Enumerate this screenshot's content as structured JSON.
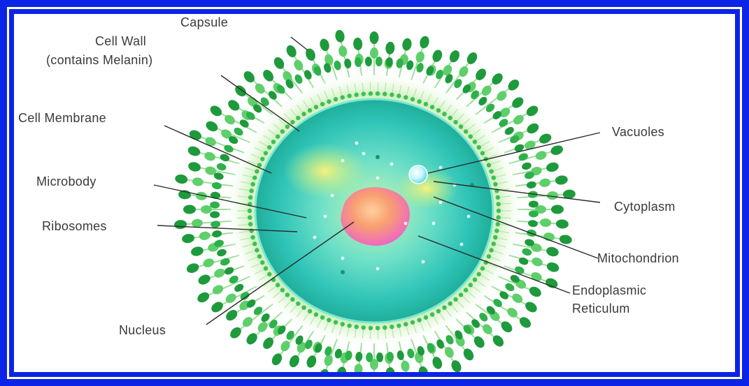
{
  "labels": {
    "capsule": "Capsule",
    "cell_wall_1": "Cell Wall",
    "cell_wall_2": "(contains Melanin)",
    "cell_membrane": "Cell Membrane",
    "microbody": "Microbody",
    "ribosomes": "Ribosomes",
    "nucleus": "Nucleus",
    "vacuoles": "Vacuoles",
    "cytoplasm": "Cytoplasm",
    "mitochondrion": "Mitochondrion",
    "endoplasmic_1": "Endoplasmic",
    "endoplasmic_2": "Reticulum"
  },
  "colors": {
    "frame": "#0b24e6",
    "capsule_green": "#1e9a3c",
    "capsule_light": "#5fcf6b",
    "cell_teal": "#2fc4b8",
    "cell_teal_light": "#8ff0e0",
    "nucleus_pink": "#f07ab8",
    "nucleus_orange": "#f8a070",
    "label_text": "#3a3a3a"
  }
}
